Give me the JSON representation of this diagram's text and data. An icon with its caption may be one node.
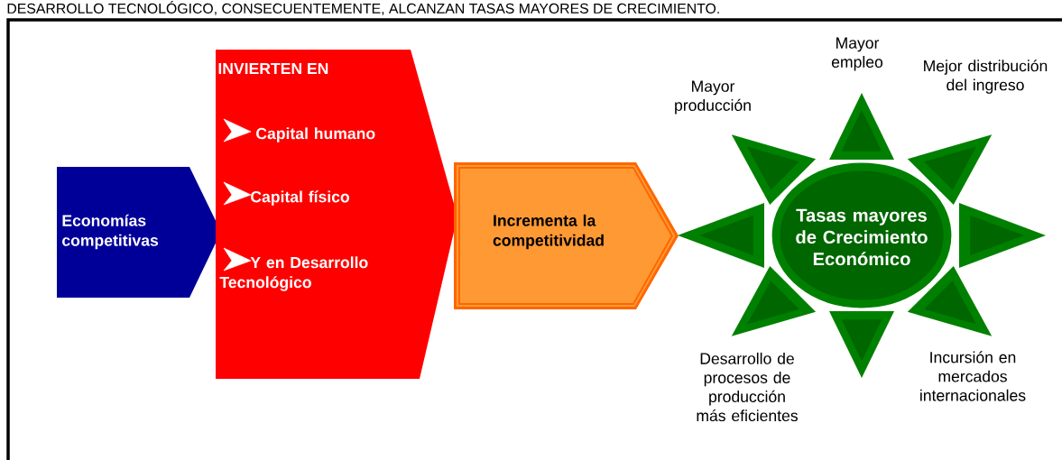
{
  "diagram": {
    "nodes": [
      {
        "text": [
          "Economías competitivas"
        ]
      },
      {
        "text": [
          "INVIERTEN EN",
          "Capital humano",
          "Capital físico",
          "Y en Desarrollo Tecnológico"
        ]
      },
      {
        "text": [
          "Incrementa la competitividad"
        ]
      },
      {
        "text": [
          "Tasas mayores de Crecimiento Económico"
        ]
      }
    ],
    "labels": [
      "DESARROLLO TECNOLÓGICO, CONSECUENTEMENTE, ALCANZAN TASAS MAYORES DE CRECIMIENTO.",
      "Mayor producción",
      "Mayor empleo",
      "Mejor distribución del ingreso",
      "Desarrollo de procesos de producción más eficientes",
      "Incursión en mercados internacionales"
    ]
  }
}
